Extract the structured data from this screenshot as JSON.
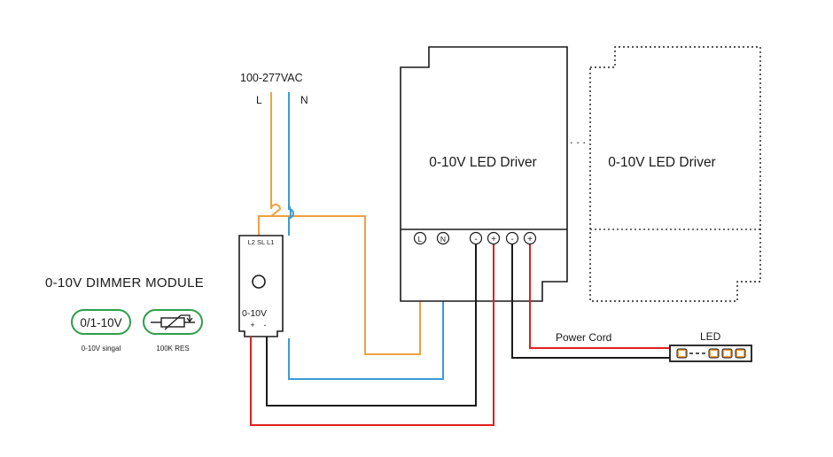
{
  "supply": {
    "voltage_label": "100-277VAC",
    "line_label": "L",
    "neutral_label": "N"
  },
  "driver_main": {
    "title": "0-10V LED Driver",
    "terminals": [
      "L",
      "N",
      "-",
      "+",
      "-",
      "+"
    ]
  },
  "driver_extra": {
    "title": "0-10V LED Driver",
    "ellipsis": ". . ."
  },
  "dimmer": {
    "title": "0-10V DIMMER MODULE",
    "terminal_labels": "L2 SL L1",
    "output_label": "0-10V",
    "polarity_plus": "+",
    "polarity_minus": "-"
  },
  "options": [
    {
      "label": "0/1-10V",
      "caption": "0-10V singal"
    },
    {
      "label": "",
      "caption": "100K RES"
    }
  ],
  "output": {
    "power_cord_label": "Power Cord",
    "led_label": "LED"
  },
  "colors": {
    "line": "#f0a040",
    "neutral": "#3a9bd5",
    "plus": "#e02020",
    "minus": "#1a1a1a",
    "pill": "#2e9e4a"
  }
}
